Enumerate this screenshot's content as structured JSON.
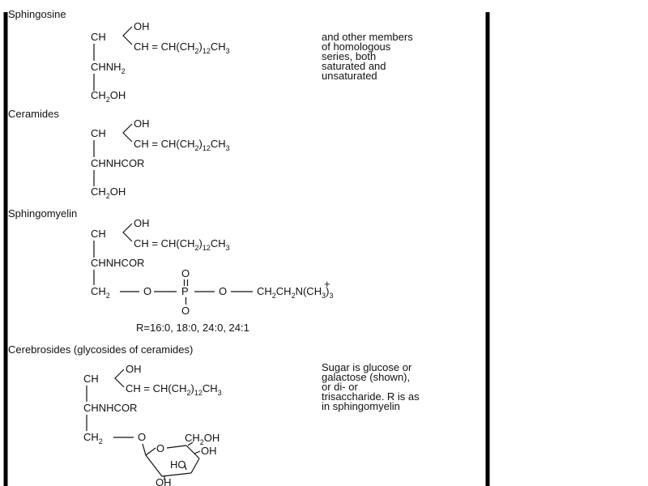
{
  "sections": {
    "sphingosine": {
      "title": "Sphingosine",
      "oh": "OH",
      "ch_top": "CH",
      "chain": "CH = CH(CH",
      "chain_sub": "2",
      "chain_tail": ")",
      "chain_n": "12",
      "chain_end": "CH",
      "chain_end_sub": "3",
      "amine": "CHNH",
      "amine_sub": "2",
      "ch2oh_a": "CH",
      "ch2oh_sub": "2",
      "ch2oh_b": "OH",
      "note_lines": [
        "and other members",
        "of homologous",
        "series, both",
        "saturated and",
        "unsaturated"
      ]
    },
    "ceramides": {
      "title": "Ceramides",
      "oh": "OH",
      "ch_top": "CH",
      "chain": "CH = CH(CH",
      "chain_sub": "2",
      "chain_tail": ")",
      "chain_n": "12",
      "chain_end": "CH",
      "chain_end_sub": "3",
      "amide": "CHNHCOR",
      "ch2oh_a": "CH",
      "ch2oh_sub": "2",
      "ch2oh_b": "OH"
    },
    "sphingomyelin": {
      "title": "Sphingomyelin",
      "oh": "OH",
      "ch_top": "CH",
      "chain": "CH = CH(CH",
      "chain_sub": "2",
      "chain_tail": ")",
      "chain_n": "12",
      "chain_end": "CH",
      "chain_end_sub": "3",
      "amide": "CHNHCOR",
      "ch2": "CH",
      "ch2_sub": "2",
      "o1": "O",
      "p": "P",
      "o_top": "O",
      "o_bottom": "O",
      "o2": "O",
      "choline_a": "CH",
      "choline_sub1": "2",
      "choline_b": "CH",
      "choline_sub2": "2",
      "choline_n": "N(CH",
      "choline_sub3": "3",
      "choline_close": ")",
      "choline_sub4": "3",
      "plus": "+",
      "r_note": "R=16:0, 18:0, 24:0, 24:1"
    },
    "cerebrosides": {
      "title": "Cerebrosides (glycosides of ceramides)",
      "oh": "OH",
      "ch_top": "CH",
      "chain": "CH = CH(CH",
      "chain_sub": "2",
      "chain_tail": ")",
      "chain_n": "12",
      "chain_end": "CH",
      "chain_end_sub": "3",
      "amide": "CHNHCOR",
      "ch2": "CH",
      "ch2_sub": "2",
      "o_link": "O",
      "ring_o": "O",
      "ch2oh_a": "CH",
      "ch2oh_sub": "2",
      "ch2oh_b": "OH",
      "oh_right": "OH",
      "ho": "HO",
      "oh_bottom": "OH",
      "note_lines": [
        "Sugar is glucose or",
        "galactose (shown),",
        "or di- or",
        "trisaccharide. R is as",
        "in sphingomyelin"
      ]
    }
  }
}
